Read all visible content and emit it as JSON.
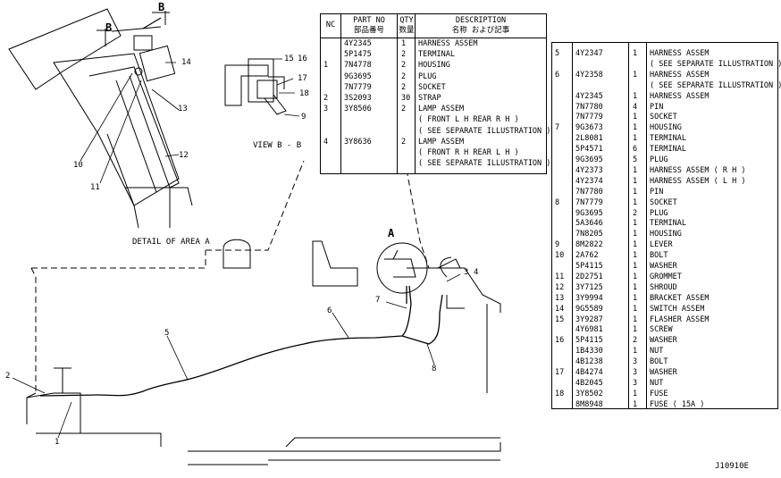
{
  "upper_table": {
    "headers": {
      "nc": "NC",
      "part_no": "PART NO",
      "part_no_jp": "部品番号",
      "qty": "QTY",
      "qty_jp": "数量",
      "desc": "DESCRIPTION",
      "desc_jp": "名称 および記事"
    },
    "rows": [
      {
        "nc": "",
        "part": "4Y2345",
        "qty": "1",
        "desc": "HARNESS ASSEM"
      },
      {
        "nc": "",
        "part": "5P1475",
        "qty": "2",
        "desc": "  TERMINAL"
      },
      {
        "nc": "1",
        "part": "7N4778",
        "qty": "2",
        "desc": "  HOUSING"
      },
      {
        "nc": "",
        "part": "9G3695",
        "qty": "2",
        "desc": "  PLUG"
      },
      {
        "nc": "",
        "part": "7N7779",
        "qty": "2",
        "desc": "  SOCKET"
      },
      {
        "nc": "2",
        "part": "3S2093",
        "qty": "30",
        "desc": "STRAP"
      },
      {
        "nc": "3",
        "part": "3Y8506",
        "qty": "2",
        "desc": "LAMP ASSEM"
      },
      {
        "nc": "",
        "part": "",
        "qty": "",
        "desc": "( FRONT L H  REAR R H )"
      },
      {
        "nc": "",
        "part": "",
        "qty": "",
        "desc": "( SEE SEPARATE ILLUSTRATION )"
      },
      {
        "nc": "4",
        "part": "3Y8636",
        "qty": "2",
        "desc": "LAMP ASSEM"
      },
      {
        "nc": "",
        "part": "",
        "qty": "",
        "desc": "( FRONT R H  REAR L H )"
      },
      {
        "nc": "",
        "part": "",
        "qty": "",
        "desc": "( SEE SEPARATE ILLUSTRATION )"
      }
    ]
  },
  "right_table": {
    "rows": [
      {
        "nc": "5",
        "part": "4Y2347",
        "qty": "1",
        "desc": "HARNESS ASSEM"
      },
      {
        "nc": "",
        "part": "",
        "qty": "",
        "desc": "( SEE SEPARATE ILLUSTRATION )"
      },
      {
        "nc": "6",
        "part": "4Y2358",
        "qty": "1",
        "desc": "HARNESS ASSEM"
      },
      {
        "nc": "",
        "part": "",
        "qty": "",
        "desc": "( SEE SEPARATE ILLUSTRATION )"
      },
      {
        "nc": "",
        "part": "4Y2345",
        "qty": "1",
        "desc": "HARNESS ASSEM"
      },
      {
        "nc": "",
        "part": "7N7780",
        "qty": "4",
        "desc": "  PIN"
      },
      {
        "nc": "",
        "part": "7N7779",
        "qty": "1",
        "desc": "  SOCKET"
      },
      {
        "nc": "7",
        "part": "9G3673",
        "qty": "1",
        "desc": "  HOUSING"
      },
      {
        "nc": "",
        "part": "2L8081",
        "qty": "1",
        "desc": "  TERMINAL"
      },
      {
        "nc": "",
        "part": "5P4571",
        "qty": "6",
        "desc": "  TERMINAL"
      },
      {
        "nc": "",
        "part": "9G3695",
        "qty": "5",
        "desc": "  PLUG"
      },
      {
        "nc": "",
        "part": "4Y2373",
        "qty": "1",
        "desc": "HARNESS ASSEM ( R H )"
      },
      {
        "nc": "",
        "part": "4Y2374",
        "qty": "1",
        "desc": "HARNESS ASSEM ( L H )"
      },
      {
        "nc": "",
        "part": "7N7780",
        "qty": "1",
        "desc": "  PIN"
      },
      {
        "nc": "8",
        "part": "7N7779",
        "qty": "1",
        "desc": "  SOCKET"
      },
      {
        "nc": "",
        "part": "9G3695",
        "qty": "2",
        "desc": "  PLUG"
      },
      {
        "nc": "",
        "part": "5A3646",
        "qty": "1",
        "desc": "  TERMINAL"
      },
      {
        "nc": "",
        "part": "7N8205",
        "qty": "1",
        "desc": "  HOUSING"
      },
      {
        "nc": "9",
        "part": "8M2822",
        "qty": "1",
        "desc": "LEVER"
      },
      {
        "nc": "10",
        "part": "2A762",
        "qty": "1",
        "desc": "BOLT"
      },
      {
        "nc": "",
        "part": "5P4115",
        "qty": "1",
        "desc": "WASHER"
      },
      {
        "nc": "11",
        "part": "2D2751",
        "qty": "1",
        "desc": "GROMMET"
      },
      {
        "nc": "12",
        "part": "3Y7125",
        "qty": "1",
        "desc": "SHROUD"
      },
      {
        "nc": "13",
        "part": "3Y9994",
        "qty": "1",
        "desc": "BRACKET ASSEM"
      },
      {
        "nc": "14",
        "part": "9G5589",
        "qty": "1",
        "desc": "SWITCH ASSEM"
      },
      {
        "nc": "15",
        "part": "3Y9287",
        "qty": "1",
        "desc": "FLASHER ASSEM"
      },
      {
        "nc": "",
        "part": "4Y6981",
        "qty": "1",
        "desc": "SCREW"
      },
      {
        "nc": "16",
        "part": "5P4115",
        "qty": "2",
        "desc": "WASHER"
      },
      {
        "nc": "",
        "part": "1B4330",
        "qty": "1",
        "desc": "NUT"
      },
      {
        "nc": "",
        "part": "4B1238",
        "qty": "3",
        "desc": "BOLT"
      },
      {
        "nc": "17",
        "part": "4B4274",
        "qty": "3",
        "desc": "WASHER"
      },
      {
        "nc": "",
        "part": "4B2045",
        "qty": "3",
        "desc": "NUT"
      },
      {
        "nc": "18",
        "part": "3Y8502",
        "qty": "1",
        "desc": "FUSE"
      },
      {
        "nc": "",
        "part": "8M8948",
        "qty": "1",
        "desc": "FUSE ( 15A )"
      }
    ]
  },
  "labels": {
    "detail_a": "DETAIL OF AREA A",
    "view_bb": "VIEW B - B",
    "section_b": "B",
    "area_a": "A",
    "drawing_no": "J10910E",
    "callouts": [
      "1",
      "2",
      "3",
      "4",
      "5",
      "6",
      "7",
      "8",
      "9",
      "10",
      "11",
      "12",
      "13",
      "14",
      "15",
      "16",
      "17",
      "18"
    ]
  }
}
